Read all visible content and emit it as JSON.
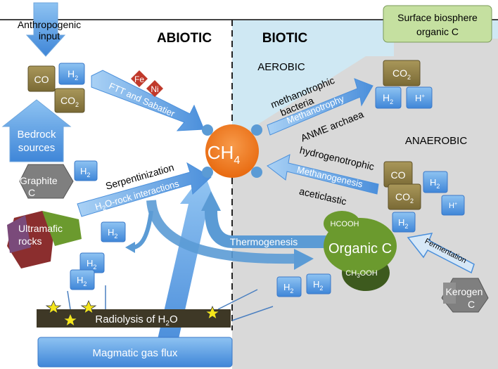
{
  "header": {
    "abiotic": "ABIOTIC",
    "biotic": "BIOTIC",
    "anthropogenic_line1": "Anthropogenic",
    "anthropogenic_line2": "input",
    "surface_line1": "Surface biosphere",
    "surface_line2": "organic C"
  },
  "zones": {
    "aerobic": "AEROBIC",
    "anaerobic": "ANAEROBIC"
  },
  "center": {
    "ch4": "CH",
    "ch4_sub": "4"
  },
  "boxes": {
    "co": "CO",
    "h2": "H",
    "h2_sub": "2",
    "co2": "CO",
    "co2_sub": "2",
    "hplus": "H",
    "hplus_sup": "+"
  },
  "catalysts": {
    "fe": "Fe",
    "ni": "Ni"
  },
  "left": {
    "bedrock_line1": "Bedrock",
    "bedrock_line2": "sources",
    "graphite_line1": "Graphite",
    "graphite_line2": "C",
    "ultramafic_line1": "Ultramafic",
    "ultramafic_line2": "rocks"
  },
  "processes": {
    "ftt_line1": "FTT and Sabatier",
    "serpentinization": "Serpentinization",
    "h2o_rock": "H",
    "h2o_rock_sub": "2",
    "h2o_rock_rest": "O-rock interactions",
    "thermogenesis": "Thermogenesis",
    "methanotrophy": "Methanotrophy",
    "methanotrophic_line1": "methanotrophic",
    "methanotrophic_line2": "bacteria",
    "anme": "ANME archaea",
    "methanogenesis": "Methanogenesis",
    "hydrogenotrophic": "hydrogenotrophic",
    "aceticlastic": "aceticlastic",
    "fermentation": "Fermentation",
    "radiolysis": "Radiolysis of H",
    "radiolysis_sub": "2",
    "radiolysis_rest": "O",
    "magmatic": "Magmatic gas flux"
  },
  "organic": {
    "label": "Organic C",
    "hcooh": "HCOOH",
    "ch3ooh": "CH",
    "ch3ooh_sub": "3",
    "ch3ooh_rest": "OOH"
  },
  "kerogen": {
    "line1": "Kerogen",
    "line2": "C"
  },
  "colors": {
    "blue_box": "#4a90e2",
    "arrow_blue": "#5b9bd5",
    "olive": "#8b7d3a",
    "ch4_orange": "#f07a1a",
    "green_organic": "#6b9a2e",
    "dark_green": "#3d5a1e",
    "grey_bg": "#d9d9d9",
    "light_blue_bg": "#cfe8f3",
    "surface_green": "#c5e0a0",
    "red": "#c0392b",
    "rock_red": "#8b2e2e",
    "rock_purple": "#7a4a7a",
    "graphite": "#7f7f7f"
  }
}
